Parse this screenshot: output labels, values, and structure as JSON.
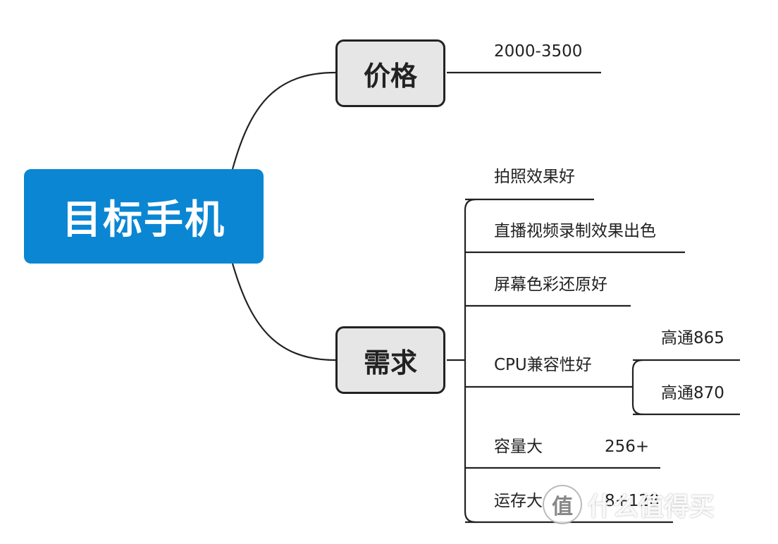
{
  "root": {
    "label": "目标手机"
  },
  "branches": [
    {
      "label": "价格",
      "leaves": [
        "2000-3500"
      ]
    },
    {
      "label": "需求",
      "leaves": [
        "拍照效果好",
        "直播视频录制效果出色",
        "屏幕色彩还原好",
        "CPU兼容性好",
        "容量大",
        "运存大"
      ]
    }
  ],
  "cpu_options": [
    "高通865",
    "高通870"
  ],
  "capacity_value": "256+",
  "ram_value": "8+128",
  "watermark": {
    "text": "什么值得买",
    "badge": "值"
  },
  "colors": {
    "root": "#0a86d3",
    "branch_fill": "#e6e6e6",
    "line": "#222222"
  }
}
